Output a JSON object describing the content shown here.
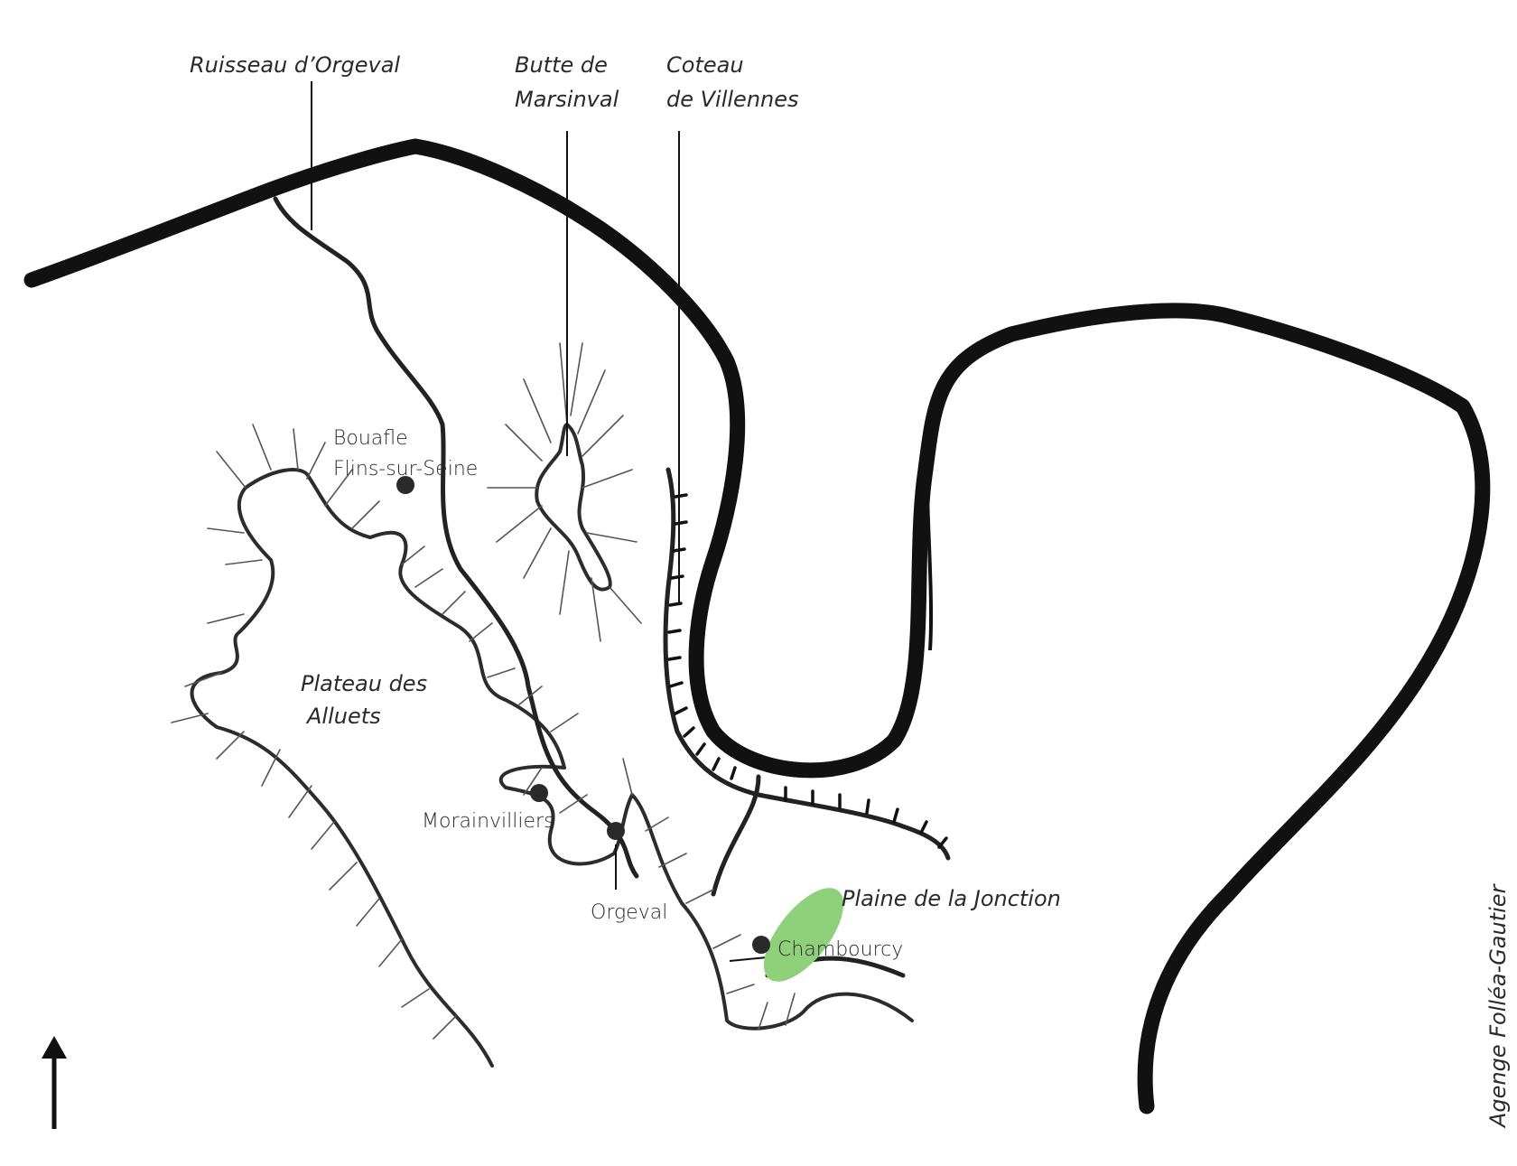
{
  "map": {
    "labels": {
      "ruisseau": "Ruisseau d’Orgeval",
      "butte_line1": "Butte de",
      "butte_line2": "Marsinval",
      "coteau_line1": "Coteau",
      "coteau_line2": "de Villennes",
      "plateau_line1": "Plateau des",
      "plateau_line2": "Alluets",
      "plaine": "Plaine de la Jonction"
    },
    "towns": {
      "bouafle": "Bouafle",
      "flins": "Flins-sur-Seine",
      "morainvilliers": "Morainvilliers",
      "orgeval": "Orgeval",
      "chambourcy": "Chambourcy"
    },
    "credit": "Agenge Folléa-Gautier",
    "north_arrow": "north-arrow-icon",
    "colors": {
      "river": "#111111",
      "plain_highlight": "#8fd07a",
      "town_dot": "#2a2a2a"
    }
  }
}
